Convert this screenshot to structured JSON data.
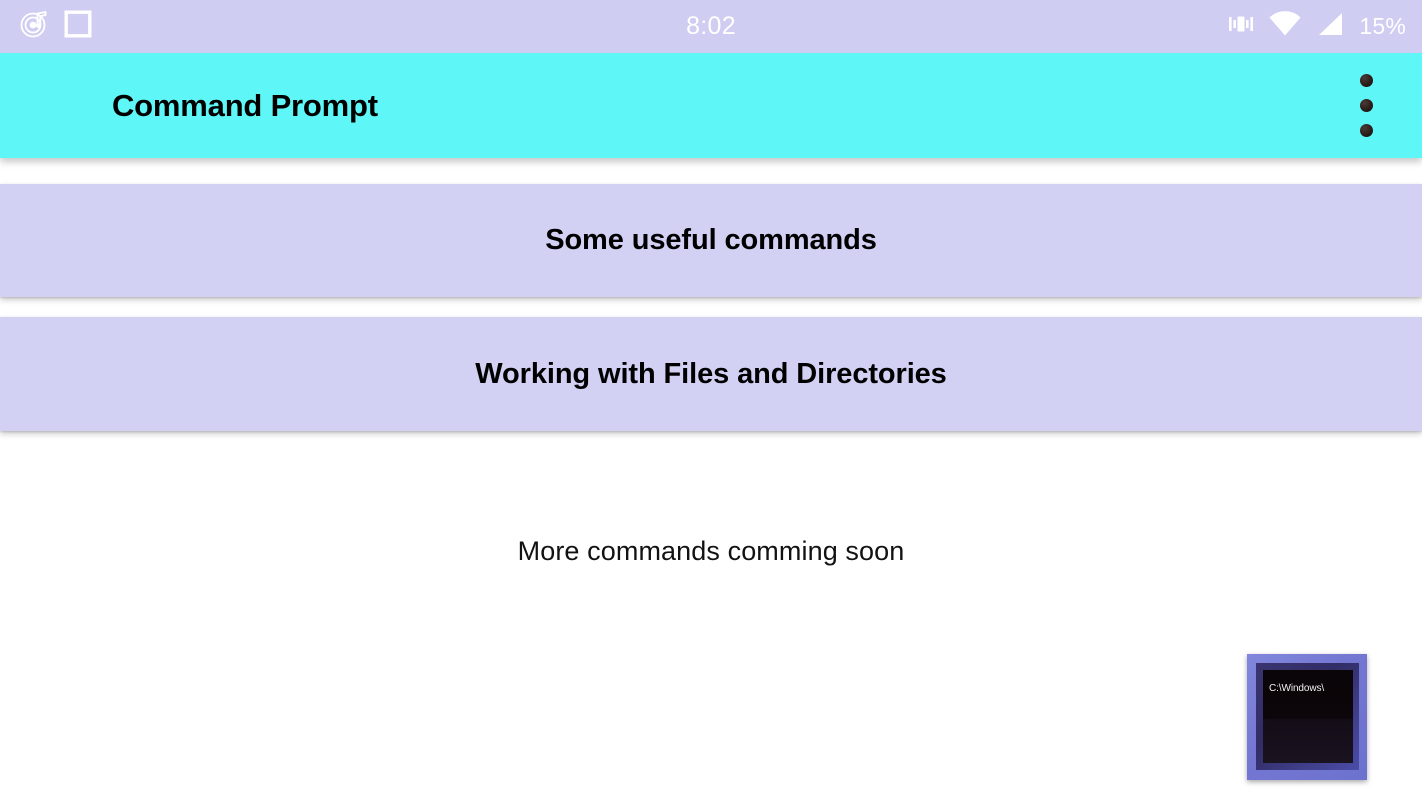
{
  "status_bar": {
    "time": "8:02",
    "battery_percent": "15%",
    "background_color": "#cfcdf2",
    "foreground_color": "#ffffff",
    "left_icons": [
      {
        "name": "music-note-icon",
        "label": "Music player notification"
      },
      {
        "name": "square-outline-icon",
        "label": "App notification"
      }
    ],
    "right_icons": [
      {
        "name": "vibrate-icon",
        "label": "Vibrate mode"
      },
      {
        "name": "wifi-icon",
        "label": "Wi-Fi signal"
      },
      {
        "name": "cell-signal-icon",
        "label": "Mobile signal"
      }
    ]
  },
  "app_bar": {
    "title": "Command Prompt",
    "background_color": "#5ef6f6",
    "title_color": "#000000",
    "overflow_menu": {
      "name": "overflow-menu-icon",
      "dot_count": 3
    }
  },
  "main": {
    "background_color": "#ffffff",
    "card_color": "#d2d0f3",
    "cards": [
      {
        "id": "useful-commands",
        "label": "Some useful commands"
      },
      {
        "id": "files-dirs",
        "label": "Working with Files and Directories"
      }
    ],
    "note": "More commands comming soon",
    "thumbnail": {
      "name": "command-prompt-thumbnail",
      "screen_text": "C:\\Windows\\",
      "frame_color": "#7377d2",
      "screen_color": "#0a0508"
    }
  }
}
